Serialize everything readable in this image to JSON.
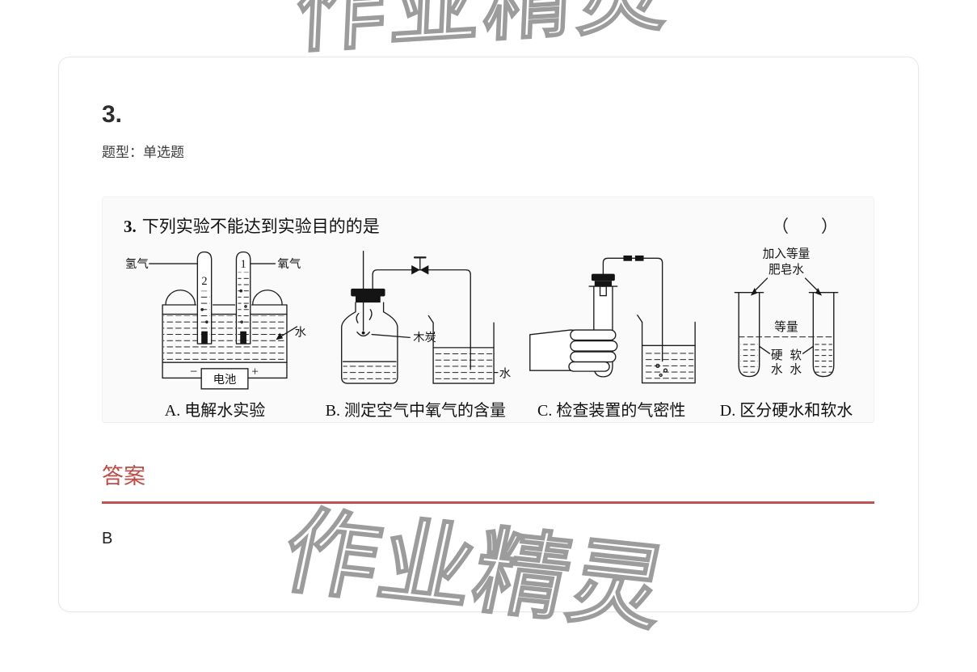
{
  "watermark": {
    "text": "作业精灵"
  },
  "card": {
    "question_number": "3.",
    "question_type": "题型：单选题"
  },
  "question": {
    "stem_prefix": "3.",
    "stem_text": "下列实验不能达到实验目的的是",
    "bracket_open": "（",
    "bracket_close": "）"
  },
  "options": [
    {
      "label": "A. 电解水实验"
    },
    {
      "label": "B. 测定空气中氧气的含量"
    },
    {
      "label": "C. 检查装置的气密性"
    },
    {
      "label": "D. 区分硬水和软水"
    }
  ],
  "diagram_a": {
    "hydrogen_label": "氢气",
    "oxygen_label": "氧气",
    "tube2": "2",
    "tube1": "1",
    "water_label": "水",
    "battery_label": "电池",
    "minus": "−",
    "plus": "+"
  },
  "diagram_b": {
    "charcoal_label": "木炭",
    "water_label": "水"
  },
  "diagram_d": {
    "add_equal_line1": "加入等量",
    "add_equal_line2": "肥皂水",
    "equal_label": "等量",
    "hard_char1": "硬",
    "hard_char2": "水",
    "soft_char1": "软",
    "soft_char2": "水"
  },
  "answer": {
    "heading": "答案",
    "value": "B"
  }
}
